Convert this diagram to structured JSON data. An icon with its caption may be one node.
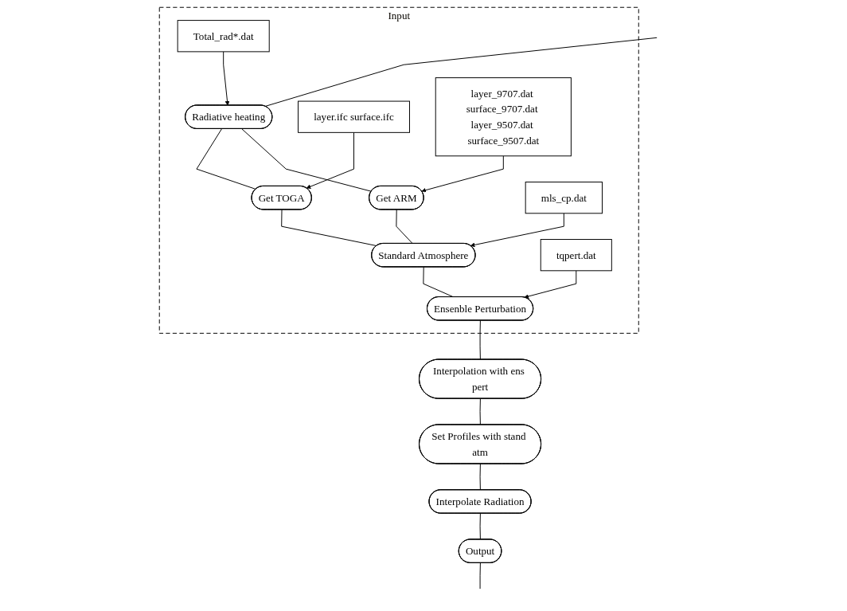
{
  "diagram": {
    "nodes": [
      {
        "text": [
          "Input"
        ]
      },
      {
        "text": [
          "Radiative heating"
        ],
        "in": 0
      },
      {
        "text": [
          "Total_rad*.dat"
        ],
        "in": 0
      },
      {
        "text": [
          "layer.ifc surface.ifc"
        ],
        "in": 0
      },
      {
        "text": [
          "Get ARM"
        ],
        "in": 0
      },
      {
        "text": [
          "Get TOGA"
        ],
        "in": 0
      },
      {
        "text": [
          "layer_9707.dat surface_9707.dat layer_9507.dat surface_9507.dat"
        ],
        "in": 0
      },
      {
        "text": [
          "Standard Atmosphere"
        ],
        "in": 0
      },
      {
        "text": [
          "mls_cp.dat"
        ],
        "in": 0
      },
      {
        "text": [
          "Ensenble Perturbation"
        ],
        "in": 0
      },
      {
        "text": [
          "tqpert.dat"
        ],
        "in": 0
      },
      {
        "text": [
          "Interpolation with ens pert"
        ]
      },
      {
        "text": [
          "Set Profiles with stand atm"
        ]
      },
      {
        "text": [
          "Interpolate Radiation"
        ]
      },
      {
        "text": [
          "Output"
        ]
      }
    ],
    "edges": [
      {
        "from": null,
        "to": 1,
        "arrow": "none"
      },
      {
        "from": 2,
        "to": 1,
        "arrow": "to"
      },
      {
        "from": 3,
        "to": 5,
        "arrow": "to"
      },
      {
        "from": 1,
        "to": 4,
        "arrow": "none"
      },
      {
        "from": 1,
        "to": 5,
        "arrow": "none"
      },
      {
        "from": 6,
        "to": 4,
        "arrow": "to"
      },
      {
        "from": 4,
        "to": 7,
        "arrow": "none"
      },
      {
        "from": 5,
        "to": 7,
        "arrow": "none"
      },
      {
        "from": 8,
        "to": 7,
        "arrow": "to"
      },
      {
        "from": 7,
        "to": 9,
        "arrow": "none"
      },
      {
        "from": 10,
        "to": 9,
        "arrow": "to"
      },
      {
        "from": 9,
        "to": 11,
        "arrow": "none"
      },
      {
        "from": 11,
        "to": 12,
        "arrow": "none"
      },
      {
        "from": 12,
        "to": 13,
        "arrow": "none"
      },
      {
        "from": 13,
        "to": 14,
        "arrow": "none"
      },
      {
        "from": 14,
        "to": null,
        "arrow": "none"
      }
    ]
  }
}
